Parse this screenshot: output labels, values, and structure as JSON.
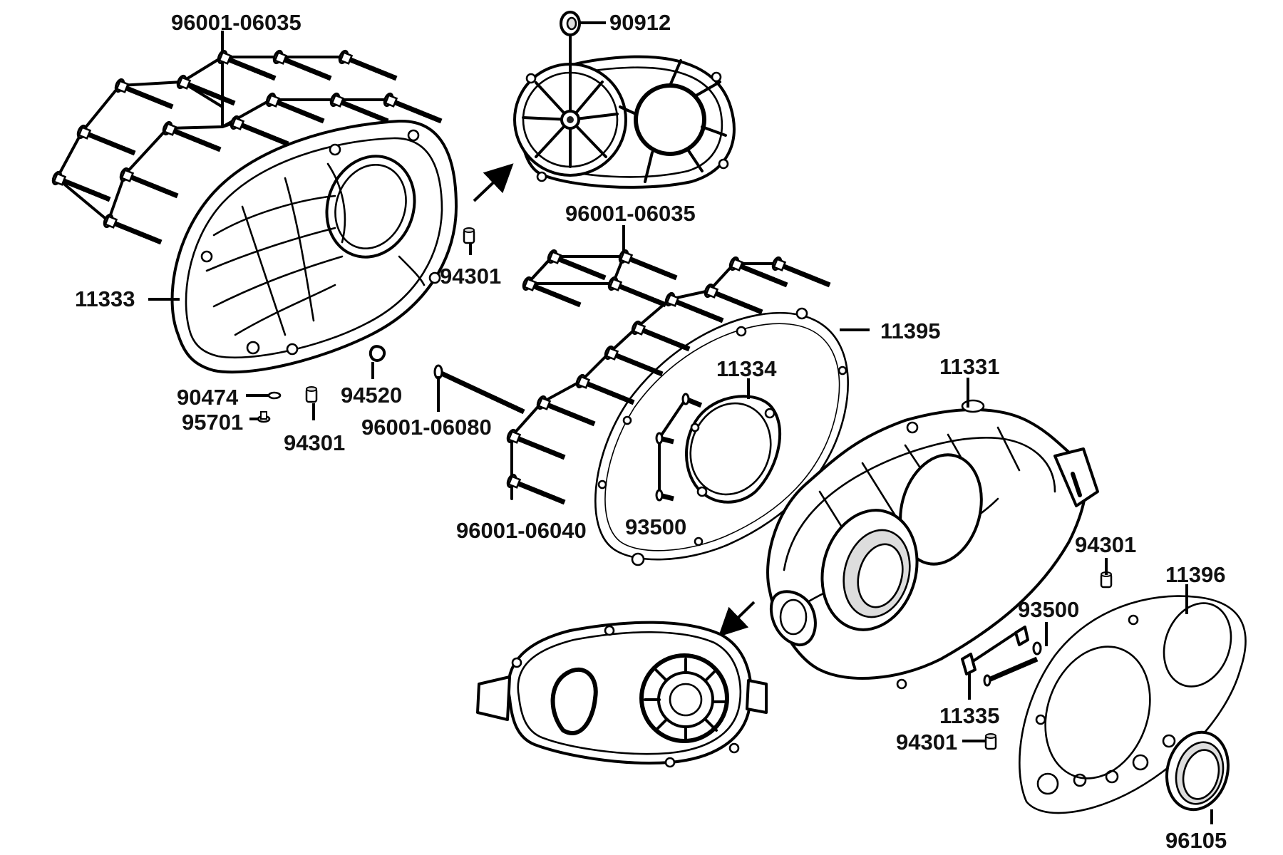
{
  "labels": {
    "p96001_06035_a": "96001-06035",
    "p90912": "90912",
    "p11333": "11333",
    "p94301_a": "94301",
    "p96001_06035_b": "96001-06035",
    "p90474": "90474",
    "p95701": "95701",
    "p94520": "94520",
    "p94301_b": "94301",
    "p96001_06080": "96001-06080",
    "p11395": "11395",
    "p11334": "11334",
    "p11331": "11331",
    "p93500_a": "93500",
    "p96001_06040": "96001-06040",
    "p94301_c": "94301",
    "p11396": "11396",
    "p93500_b": "93500",
    "p11335": "11335",
    "p94301_d": "94301",
    "p96105": "96105"
  },
  "colors": {
    "line": "#000000",
    "text": "#111111",
    "background": "#ffffff"
  },
  "icons": {
    "direction_arrow": "arrow-icon"
  }
}
